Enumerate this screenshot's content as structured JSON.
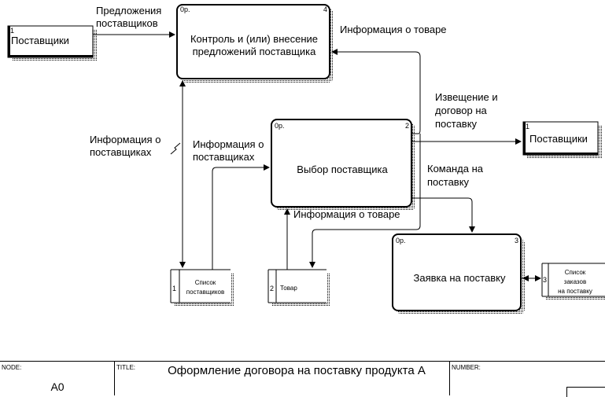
{
  "boxes": [
    {
      "number": "4",
      "ref": "0р.",
      "label_lines": [
        "Контроль и (или) внесение",
        "предложений поставщика"
      ]
    },
    {
      "number": "2",
      "ref": "0р.",
      "label_lines": [
        "Выбор поставщика"
      ]
    },
    {
      "number": "3",
      "ref": "0р.",
      "label_lines": [
        "Заявка на поставку"
      ]
    }
  ],
  "externals": [
    {
      "number": "1",
      "label": "Поставщики"
    },
    {
      "number": "1",
      "label": "Поставщики"
    }
  ],
  "stores": [
    {
      "number": "1",
      "label_lines": [
        "Список",
        "поставщиков"
      ]
    },
    {
      "number": "2",
      "label_lines": [
        "Товар"
      ]
    },
    {
      "number": "3",
      "label_lines": [
        "Список",
        "заказов",
        "на поставку"
      ]
    }
  ],
  "arrows": {
    "offers": [
      "Предложения",
      "поставщиков"
    ],
    "product_info_top": [
      "Информация о товаре"
    ],
    "notice_contract": [
      "Извещение и",
      "договор на",
      "поставку"
    ],
    "supplier_info_left": [
      "Информация о",
      "поставщиках"
    ],
    "supplier_info_mid": [
      "Информация о",
      "поставщиках"
    ],
    "delivery_command": [
      "Команда на",
      "поставку"
    ],
    "product_info_mid": [
      "Информация о товаре"
    ]
  },
  "frame": {
    "node_caption": "NODE:",
    "node_value": "A0",
    "title_caption": "TITLE:",
    "title_value": "Оформление договора на  поставку продукта А",
    "number_caption": "NUMBER:"
  },
  "colors": {
    "line": "#000000",
    "shadow": "#000000",
    "background": "#ffffff"
  }
}
